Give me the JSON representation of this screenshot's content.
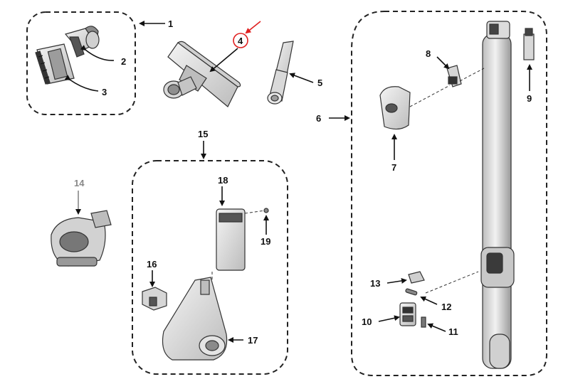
{
  "diagram": {
    "callouts": {
      "c1": "1",
      "c2": "2",
      "c3": "3",
      "c4": "4",
      "c5": "5",
      "c6": "6",
      "c7": "7",
      "c8": "8",
      "c9": "9",
      "c10": "10",
      "c11": "11",
      "c12": "12",
      "c13": "13",
      "c14": "14",
      "c15": "15",
      "c16": "16",
      "c17": "17",
      "c18": "18",
      "c19": "19"
    },
    "highlight": {
      "callout": "4",
      "color": "#e02020"
    },
    "colors": {
      "line": "#111111",
      "part_fill": "#e6e6e6",
      "part_dark": "#555555"
    }
  }
}
